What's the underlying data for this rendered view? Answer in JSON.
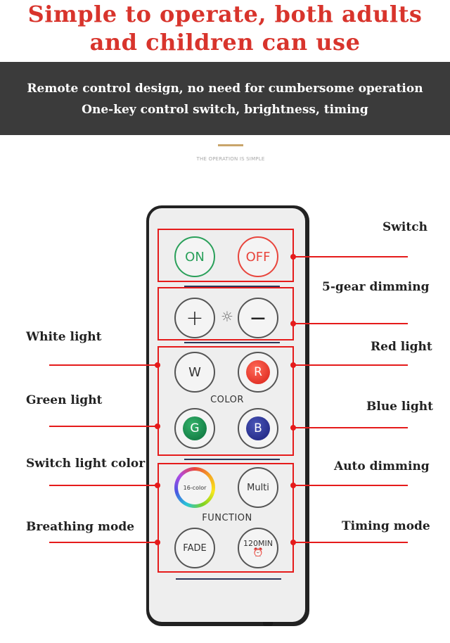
{
  "header": {
    "title_line1": "Simple to operate, both adults",
    "title_line2": "and children can use"
  },
  "band": {
    "line1": "Remote control design, no need for cumbersome operation",
    "line2": "One-key control switch, brightness, timing"
  },
  "subtitle": "THE OPERATION IS SIMPLE",
  "remote": {
    "on_label": "ON",
    "off_label": "OFF",
    "plus_label": "+",
    "minus_label": "−",
    "w_label": "W",
    "r_label": "R",
    "g_label": "G",
    "b_label": "B",
    "color_label": "COLOR",
    "color16_label": "16-color",
    "multi_label": "Multi",
    "function_label": "FUNCTION",
    "fade_label": "FADE",
    "timer_label": "120MIN"
  },
  "labels": {
    "switch": "Switch",
    "dimming": "5-gear dimming",
    "white": "White light",
    "red": "Red light",
    "green": "Green light",
    "blue": "Blue light",
    "switch_color": "Switch light color",
    "auto_dimming": "Auto dimming",
    "breathing": "Breathing mode",
    "timing": "Timing mode"
  },
  "colors": {
    "title_red": "#d8342c",
    "band_bg": "#3b3b3b",
    "callout_red": "#e51b1b",
    "on_green": "#2aa05a",
    "off_red": "#e8453c"
  }
}
